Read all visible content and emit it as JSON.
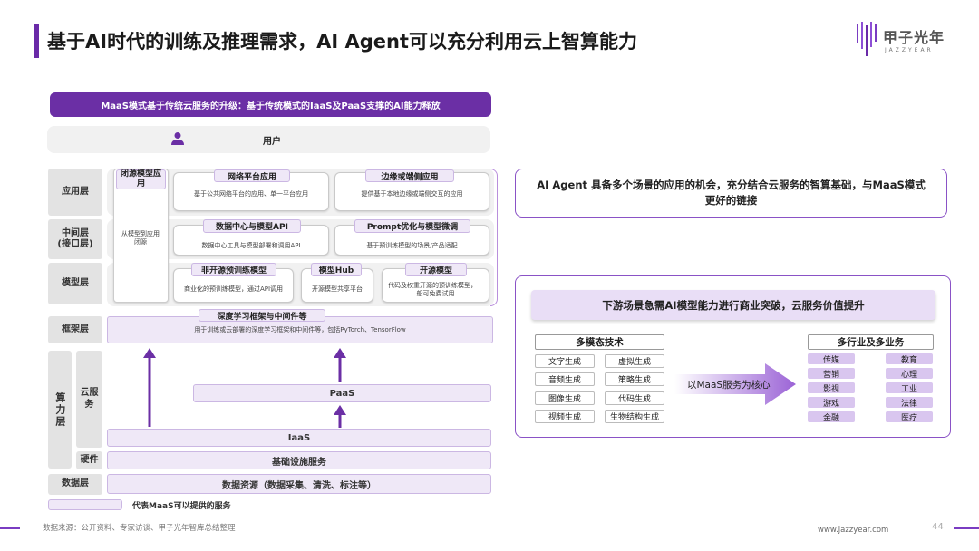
{
  "header": {
    "title": "基于AI时代的训练及推理需求，AI Agent可以充分利用云上智算能力",
    "logo_cn": "甲子光年",
    "logo_en": "JAZZYEAR"
  },
  "diagram": {
    "banner": "MaaS模式基于传统云服务的升级：基于传统模式的IaaS及PaaS支撑的AI能力释放",
    "user_label": "用户",
    "layers": {
      "app": "应用层",
      "middle": "中间层\n(接口层)",
      "model": "模型层",
      "framework": "框架层",
      "compute": "算力层",
      "cloud": "云服\n务",
      "hardware": "硬件",
      "data": "数据层"
    },
    "closed_loop": {
      "title": "闭源模型应用",
      "desc": "从模型到应用闭源"
    },
    "app_boxes": [
      {
        "title": "网络平台应用",
        "desc": "基于公共网络平台的应用、单一平台应用"
      },
      {
        "title": "边缘或端侧应用",
        "desc": "提供基于本地边缘或端侧交互的应用"
      }
    ],
    "middle_boxes": [
      {
        "title": "数据中心与模型API",
        "desc": "数据中心工具与模型部署和调用API"
      },
      {
        "title": "Prompt优化与模型微调",
        "desc": "基于预训练模型的场景/产品适配"
      }
    ],
    "model_boxes": [
      {
        "title": "非开源预训练模型",
        "desc": "商业化的预训练模型，通过API调用"
      },
      {
        "title": "模型Hub",
        "desc": "开源模型共享平台"
      },
      {
        "title": "开源模型",
        "desc": "代码及权重开源的预训练模型，一般可免费试用"
      }
    ],
    "framework": {
      "title": "深度学习框架与中间件等",
      "desc": "用于训练或云部署的深度学习框架和中间件等，包括PyTorch、TensorFlow"
    },
    "paas": "PaaS",
    "iaas": "IaaS",
    "infra": "基础设施服务",
    "data_row": "数据资源（数据采集、清洗、标注等）",
    "legend": "代表MaaS可以提供的服务"
  },
  "right": {
    "top_text": "AI Agent 具备多个场景的应用的机会，充分结合云服务的智算基础，与MaaS模式更好的链接",
    "panel_title": "下游场景急需AI模型能力进行商业突破，云服务价值提升",
    "tech_header": "多模态技术",
    "tech_items": [
      "文字生成",
      "虚拟生成",
      "音频生成",
      "策略生成",
      "图像生成",
      "代码生成",
      "视频生成",
      "生物结构生成"
    ],
    "arrow_text": "以MaaS服务为核心",
    "industry_header": "多行业及多业务",
    "industries": [
      "传媒",
      "教育",
      "营销",
      "心理",
      "影视",
      "工业",
      "游戏",
      "法律",
      "金融",
      "医疗"
    ]
  },
  "footer": {
    "source": "数据来源：公开资料、专家访谈、甲子光年智库总结整理",
    "url": "www.jazzyear.com",
    "page": "44"
  },
  "colors": {
    "brand_purple": "#6b2fa5",
    "lavender": "#efe8f7",
    "accent_border": "#8a52c6"
  }
}
